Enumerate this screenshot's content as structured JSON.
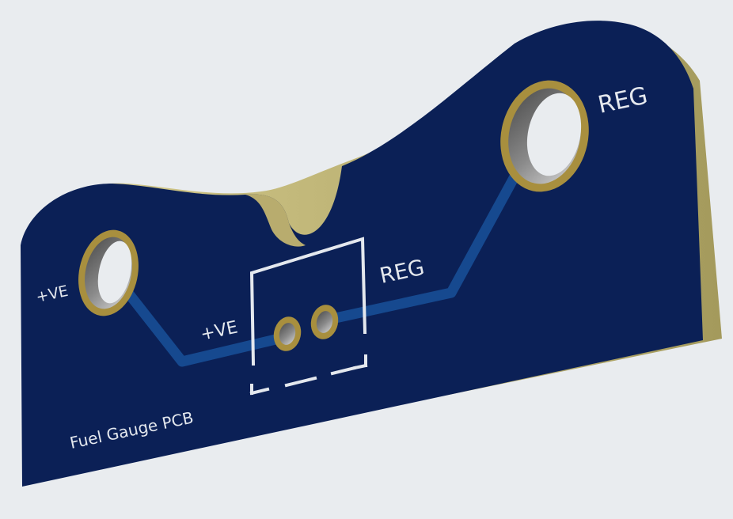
{
  "board": {
    "name": "Fuel Gauge PCB",
    "labels": {
      "mount_left": "+VE",
      "mount_right": "REG",
      "connector_left": "+VE",
      "connector_right": "REG"
    },
    "colors": {
      "background": "#e9ecef",
      "soldermask": "#0b2056",
      "board_edge": "#b8ac6e",
      "copper_trace": "#16498f",
      "copper_pad": "#a88f3e",
      "silkscreen": "#e4e8ee",
      "hole_wall": "#6e6e6e"
    }
  }
}
